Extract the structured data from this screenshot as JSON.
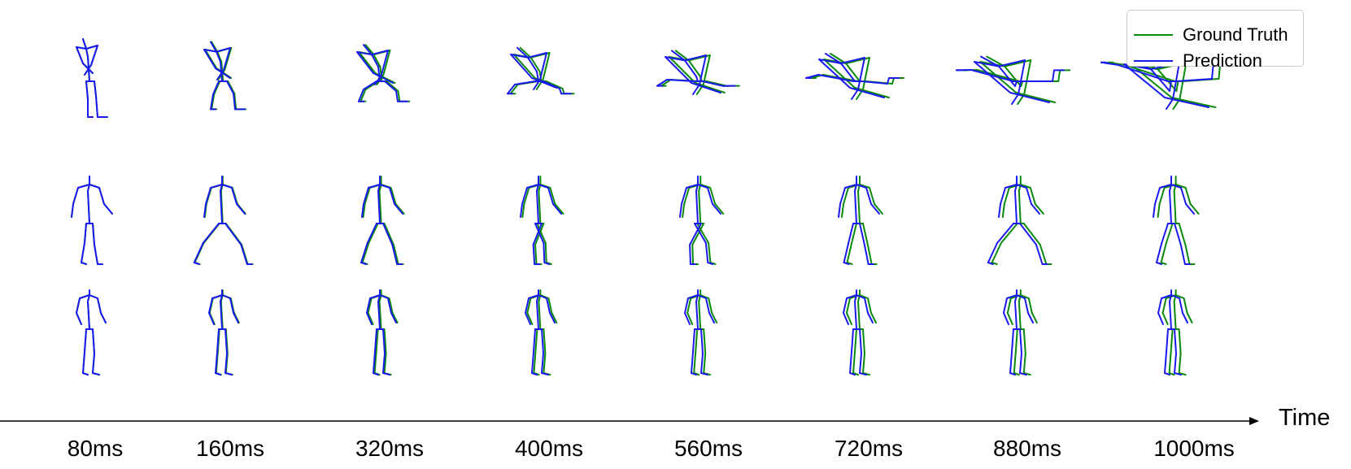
{
  "legend": {
    "items": [
      {
        "label": "Ground Truth",
        "color": "#0a8a0a"
      },
      {
        "label": "Prediction",
        "color": "#1a1af0"
      }
    ]
  },
  "axis": {
    "title": "Time",
    "ticks": [
      "80ms",
      "160ms",
      "320ms",
      "400ms",
      "560ms",
      "720ms",
      "880ms",
      "1000ms"
    ]
  },
  "rows": 3,
  "colors": {
    "ground_truth": "#0a8a0a",
    "prediction": "#1a1af0",
    "axis": "#000000"
  }
}
